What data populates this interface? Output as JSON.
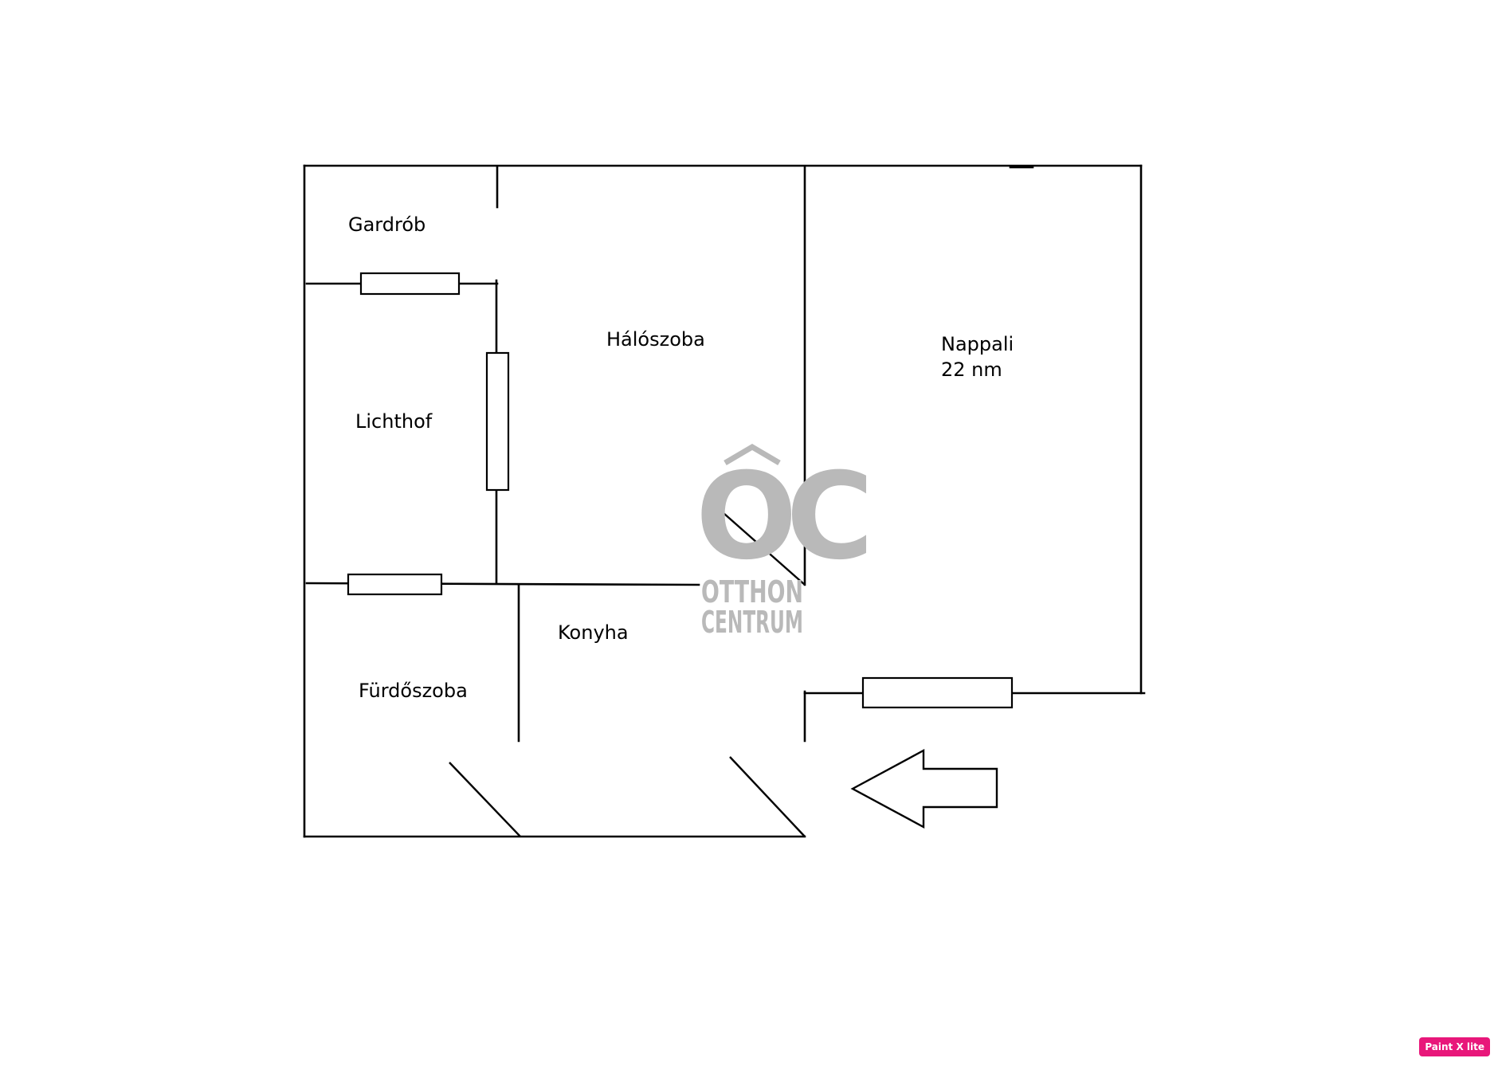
{
  "rooms": {
    "wardrobe": "Gardrób",
    "bedroom": "Hálószoba",
    "living_room": "Nappali",
    "living_room_area": "22 nm",
    "light_well": "Lichthof",
    "kitchen": "Konyha",
    "bathroom": "Fürdőszoba"
  },
  "watermark": {
    "logo_letters": "OC",
    "line1": "OTTHON",
    "line2": "CENTRUM"
  },
  "badge": {
    "label": "Paint X lite"
  },
  "colors": {
    "walls": "#000000",
    "watermark": "#b9b9b9",
    "badge_bg": "#e8177a"
  },
  "icons": {
    "entrance": "entrance-arrow-icon",
    "logo": "otthon-centrum-logo-icon"
  }
}
